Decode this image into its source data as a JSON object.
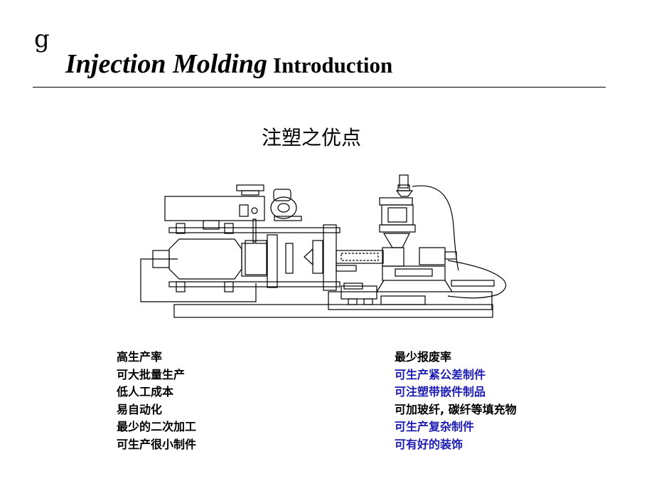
{
  "header": {
    "logo_glyph": "g",
    "title_main": "Injection Molding",
    "title_sub": "Introduction"
  },
  "slide": {
    "subtitle": "注塑之优点"
  },
  "colors": {
    "text": "#000000",
    "highlight": "#1c1cb4",
    "line": "#000000"
  },
  "advantages_left": [
    {
      "text": "高生产率",
      "color": "#000000"
    },
    {
      "text": "可大批量生产",
      "color": "#000000"
    },
    {
      "text": "低人工成本",
      "color": "#000000"
    },
    {
      "text": "易自动化",
      "color": "#000000"
    },
    {
      "text": "最少的二次加工",
      "color": "#000000"
    },
    {
      "text": "可生产很小制件",
      "color": "#000000"
    }
  ],
  "advantages_right": [
    {
      "text": "最少报废率",
      "color": "#000000"
    },
    {
      "text": "可生产紧公差制件",
      "color": "#1c1cb4"
    },
    {
      "text": "可注塑带嵌件制品",
      "color": "#1c1cb4"
    },
    {
      "text": "可加玻纤, 碳纤等填充物",
      "color": "#000000"
    },
    {
      "text": "可生产复杂制件",
      "color": "#1c1cb4"
    },
    {
      "text": "可有好的装饰",
      "color": "#1c1cb4"
    }
  ]
}
